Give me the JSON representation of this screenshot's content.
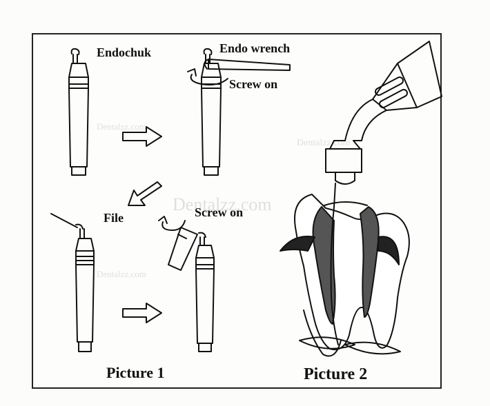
{
  "labels": {
    "endochuk": "Endochuk",
    "endo_wrench": "Endo wrench",
    "screw_on_top": "Screw on",
    "file": "File",
    "screw_on_bottom": "Screw on",
    "picture1": "Picture 1",
    "picture2": "Picture 2"
  },
  "watermark": {
    "text_large": "Dentalzz.com",
    "text_small": "Dentalzz.com"
  },
  "colors": {
    "ink": "#111111",
    "frame": "#222222",
    "tooth_dark": "#444444",
    "tooth_fill": "#ffffff"
  }
}
